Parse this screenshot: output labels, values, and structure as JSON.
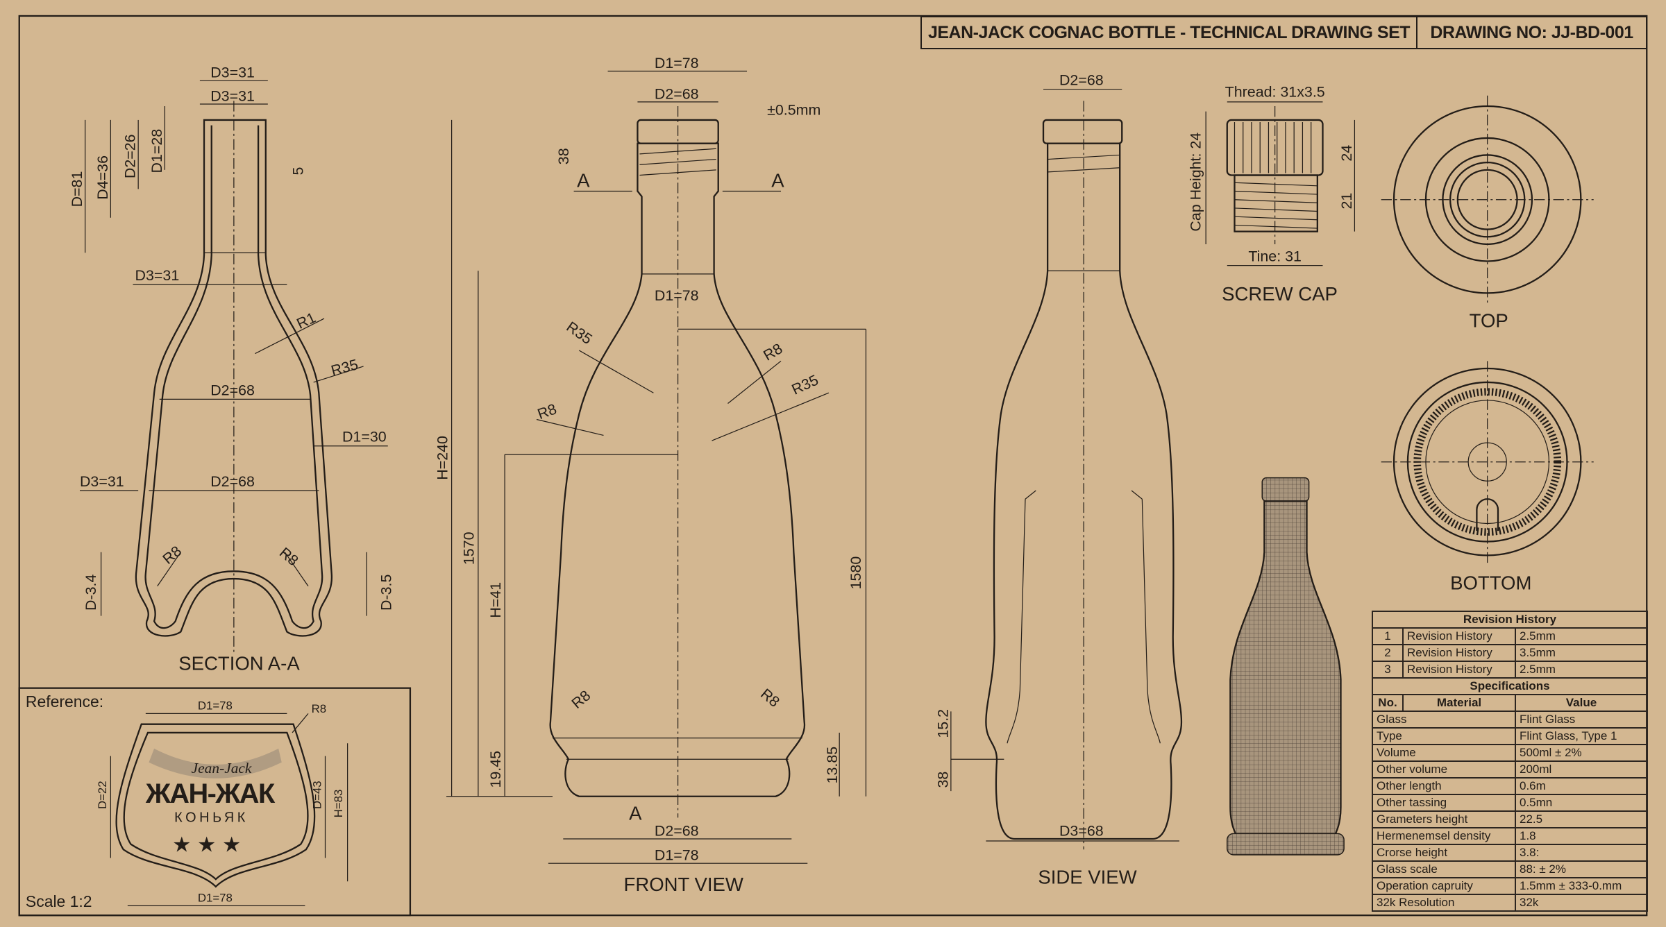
{
  "title_block": {
    "title": "JEAN-JACK COGNAC BOTTLE - TECHNICAL DRAWING SET",
    "drawing_no": "DRAWING NO: JJ-BD-001"
  },
  "section": {
    "title": "SECTION A-A",
    "dims": [
      "D3=31",
      "D3=31",
      "D=81",
      "D4=36",
      "D2=26",
      "D1=28",
      "5",
      "D3=31",
      "R1",
      "R35",
      "D2=68",
      "D1=30",
      "D3=31",
      "D2=68",
      "R8",
      "R8",
      "D-3.4",
      "D-3.5"
    ]
  },
  "front": {
    "title": "FRONT VIEW",
    "dims": [
      "D1=78",
      "D2=68",
      "±0.5mm",
      "38",
      "A",
      "A",
      "D1=78",
      "R35",
      "R8",
      "R8",
      "R35",
      "H=240",
      "1570",
      "H=41",
      "1580",
      "19.45",
      "13.85",
      "R8",
      "R8",
      "A",
      "D2=68",
      "D1=78"
    ]
  },
  "side": {
    "title": "SIDE VIEW",
    "dims": [
      "D2=68",
      "15.2",
      "38",
      "D3=68"
    ]
  },
  "cap": {
    "title": "SCREW CAP",
    "dims": [
      "Thread: 31x3.5",
      "Cap Height: 24",
      "24",
      "21",
      "Tine: 31"
    ]
  },
  "top_view": {
    "title": "TOP"
  },
  "bottom_view": {
    "title": "BOTTOM"
  },
  "reference": {
    "label": "Reference:",
    "scale": "Scale 1:2",
    "dims": [
      "D1=78",
      "R8",
      "D=22",
      "D=43",
      "H=83",
      "D1=78"
    ],
    "logo": {
      "script": "Jean-Jack",
      "brand": "ЖАН-ЖАК",
      "sub": "КОНЬЯК",
      "stars": "★ ★ ★"
    }
  },
  "revision_history": {
    "title": "Revision History",
    "rows": [
      {
        "no": "1",
        "label": "Revision History",
        "value": "2.5mm"
      },
      {
        "no": "2",
        "label": "Revision History",
        "value": "3.5mm"
      },
      {
        "no": "3",
        "label": "Revision History",
        "value": "2.5mm"
      }
    ]
  },
  "specifications": {
    "title": "Specifications",
    "headers": [
      "No.",
      "Material",
      "Value"
    ],
    "rows": [
      {
        "k": "Glass",
        "v": "Flint Glass"
      },
      {
        "k": "Type",
        "v": "Flint Glass, Type 1"
      },
      {
        "k": "Volume",
        "v": "500ml ± 2%"
      },
      {
        "k": "Other volume",
        "v": "200ml"
      },
      {
        "k": "Other length",
        "v": "0.6m"
      },
      {
        "k": "Other tassing",
        "v": "0.5mn"
      },
      {
        "k": "Grameters height",
        "v": "22.5"
      },
      {
        "k": "Hermenemsel density",
        "v": "1.8"
      },
      {
        "k": "Crorse height",
        "v": "3.8:"
      },
      {
        "k": "Glass scale",
        "v": "88: ± 2%"
      },
      {
        "k": "Operation capruity",
        "v": "1.5mm ± 333-0.mm"
      },
      {
        "k": "32k Resolution",
        "v": "32k"
      }
    ]
  }
}
